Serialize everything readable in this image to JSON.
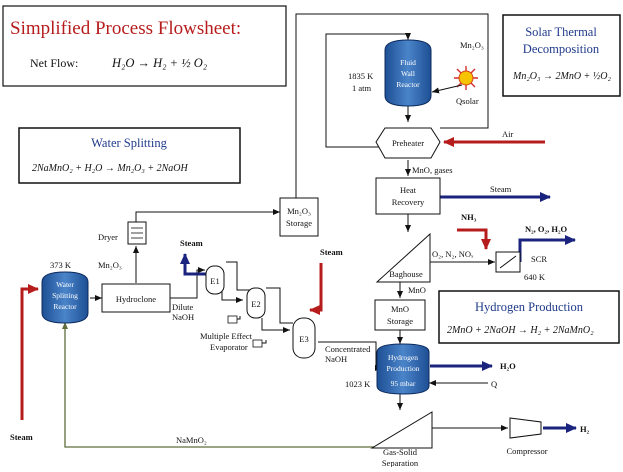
{
  "title": "Simplified Process Flowsheet:",
  "net_flow": {
    "label": "Net Flow:",
    "equation": "H₂O → H₂ + ½ O₂"
  },
  "solar_box": {
    "title1": "Solar Thermal",
    "title2": "Decomposition",
    "equation": "Mn₂O₃ → 2MnO + ½O₂"
  },
  "water_box": {
    "title": "Water Splitting",
    "equation": "2NaMnO₂ + H₂O → Mn₂O₃ + 2NaOH"
  },
  "hydrogen_box": {
    "title": "Hydrogen Production",
    "equation": "2MnO + 2NaOH → H₂ + 2NaMnO₂"
  },
  "units": {
    "reactor": [
      "Fluid",
      "Wall",
      "Reactor"
    ],
    "preheater": "Preheater",
    "heat_recovery": [
      "Heat",
      "Recovery"
    ],
    "baghouse": "Baghouse",
    "scr": "SCR",
    "mno_storage": [
      "MnO",
      "Storage"
    ],
    "hydrogen_unit": [
      "Hydrogen",
      "Production"
    ],
    "hydrogen_pressure": "95 mbar",
    "mn2o3_storage": [
      "Mn₂O₃",
      "Storage"
    ],
    "dryer": "Dryer",
    "hydroclone": "Hydroclone",
    "water_reactor": [
      "Water",
      "Splitting",
      "Reactor"
    ],
    "e1": "E1",
    "e2": "E2",
    "e3": "E3",
    "evaporator": [
      "Multiple Effect",
      "Evaporator"
    ],
    "gas_solid": [
      "Gas-Solid",
      "Separation"
    ],
    "compressor": "Compressor"
  },
  "streams": {
    "reactor_temp": "1835 K",
    "reactor_pressure": "1 atm",
    "mn2o3_top": "Mn₂O₃",
    "q_solar": "Qsolar",
    "air": "Air",
    "mno_gases": "MnO, gases",
    "steam_out": "Steam",
    "nh3": "NH₃",
    "n2_o2_h2o": "N₂, O₂, H₂O",
    "o2_n2_nox": "O₂, N₂, NOₓ",
    "scr_temp": "640 K",
    "mno": "MnO",
    "h2o": "H₂O",
    "q": "Q",
    "h_temp": "1023 K",
    "h2": "H₂",
    "namno2": "NaMnO₂",
    "steam_left": "Steam",
    "ws_temp": "373 K",
    "mn2o3_left": "Mn₂O₃",
    "dilute_naoh": [
      "Dilute",
      "NaOH"
    ],
    "conc_naoh": [
      "Concentrated",
      "NaOH"
    ],
    "steam_e1": "Steam",
    "steam_e3": "Steam"
  }
}
